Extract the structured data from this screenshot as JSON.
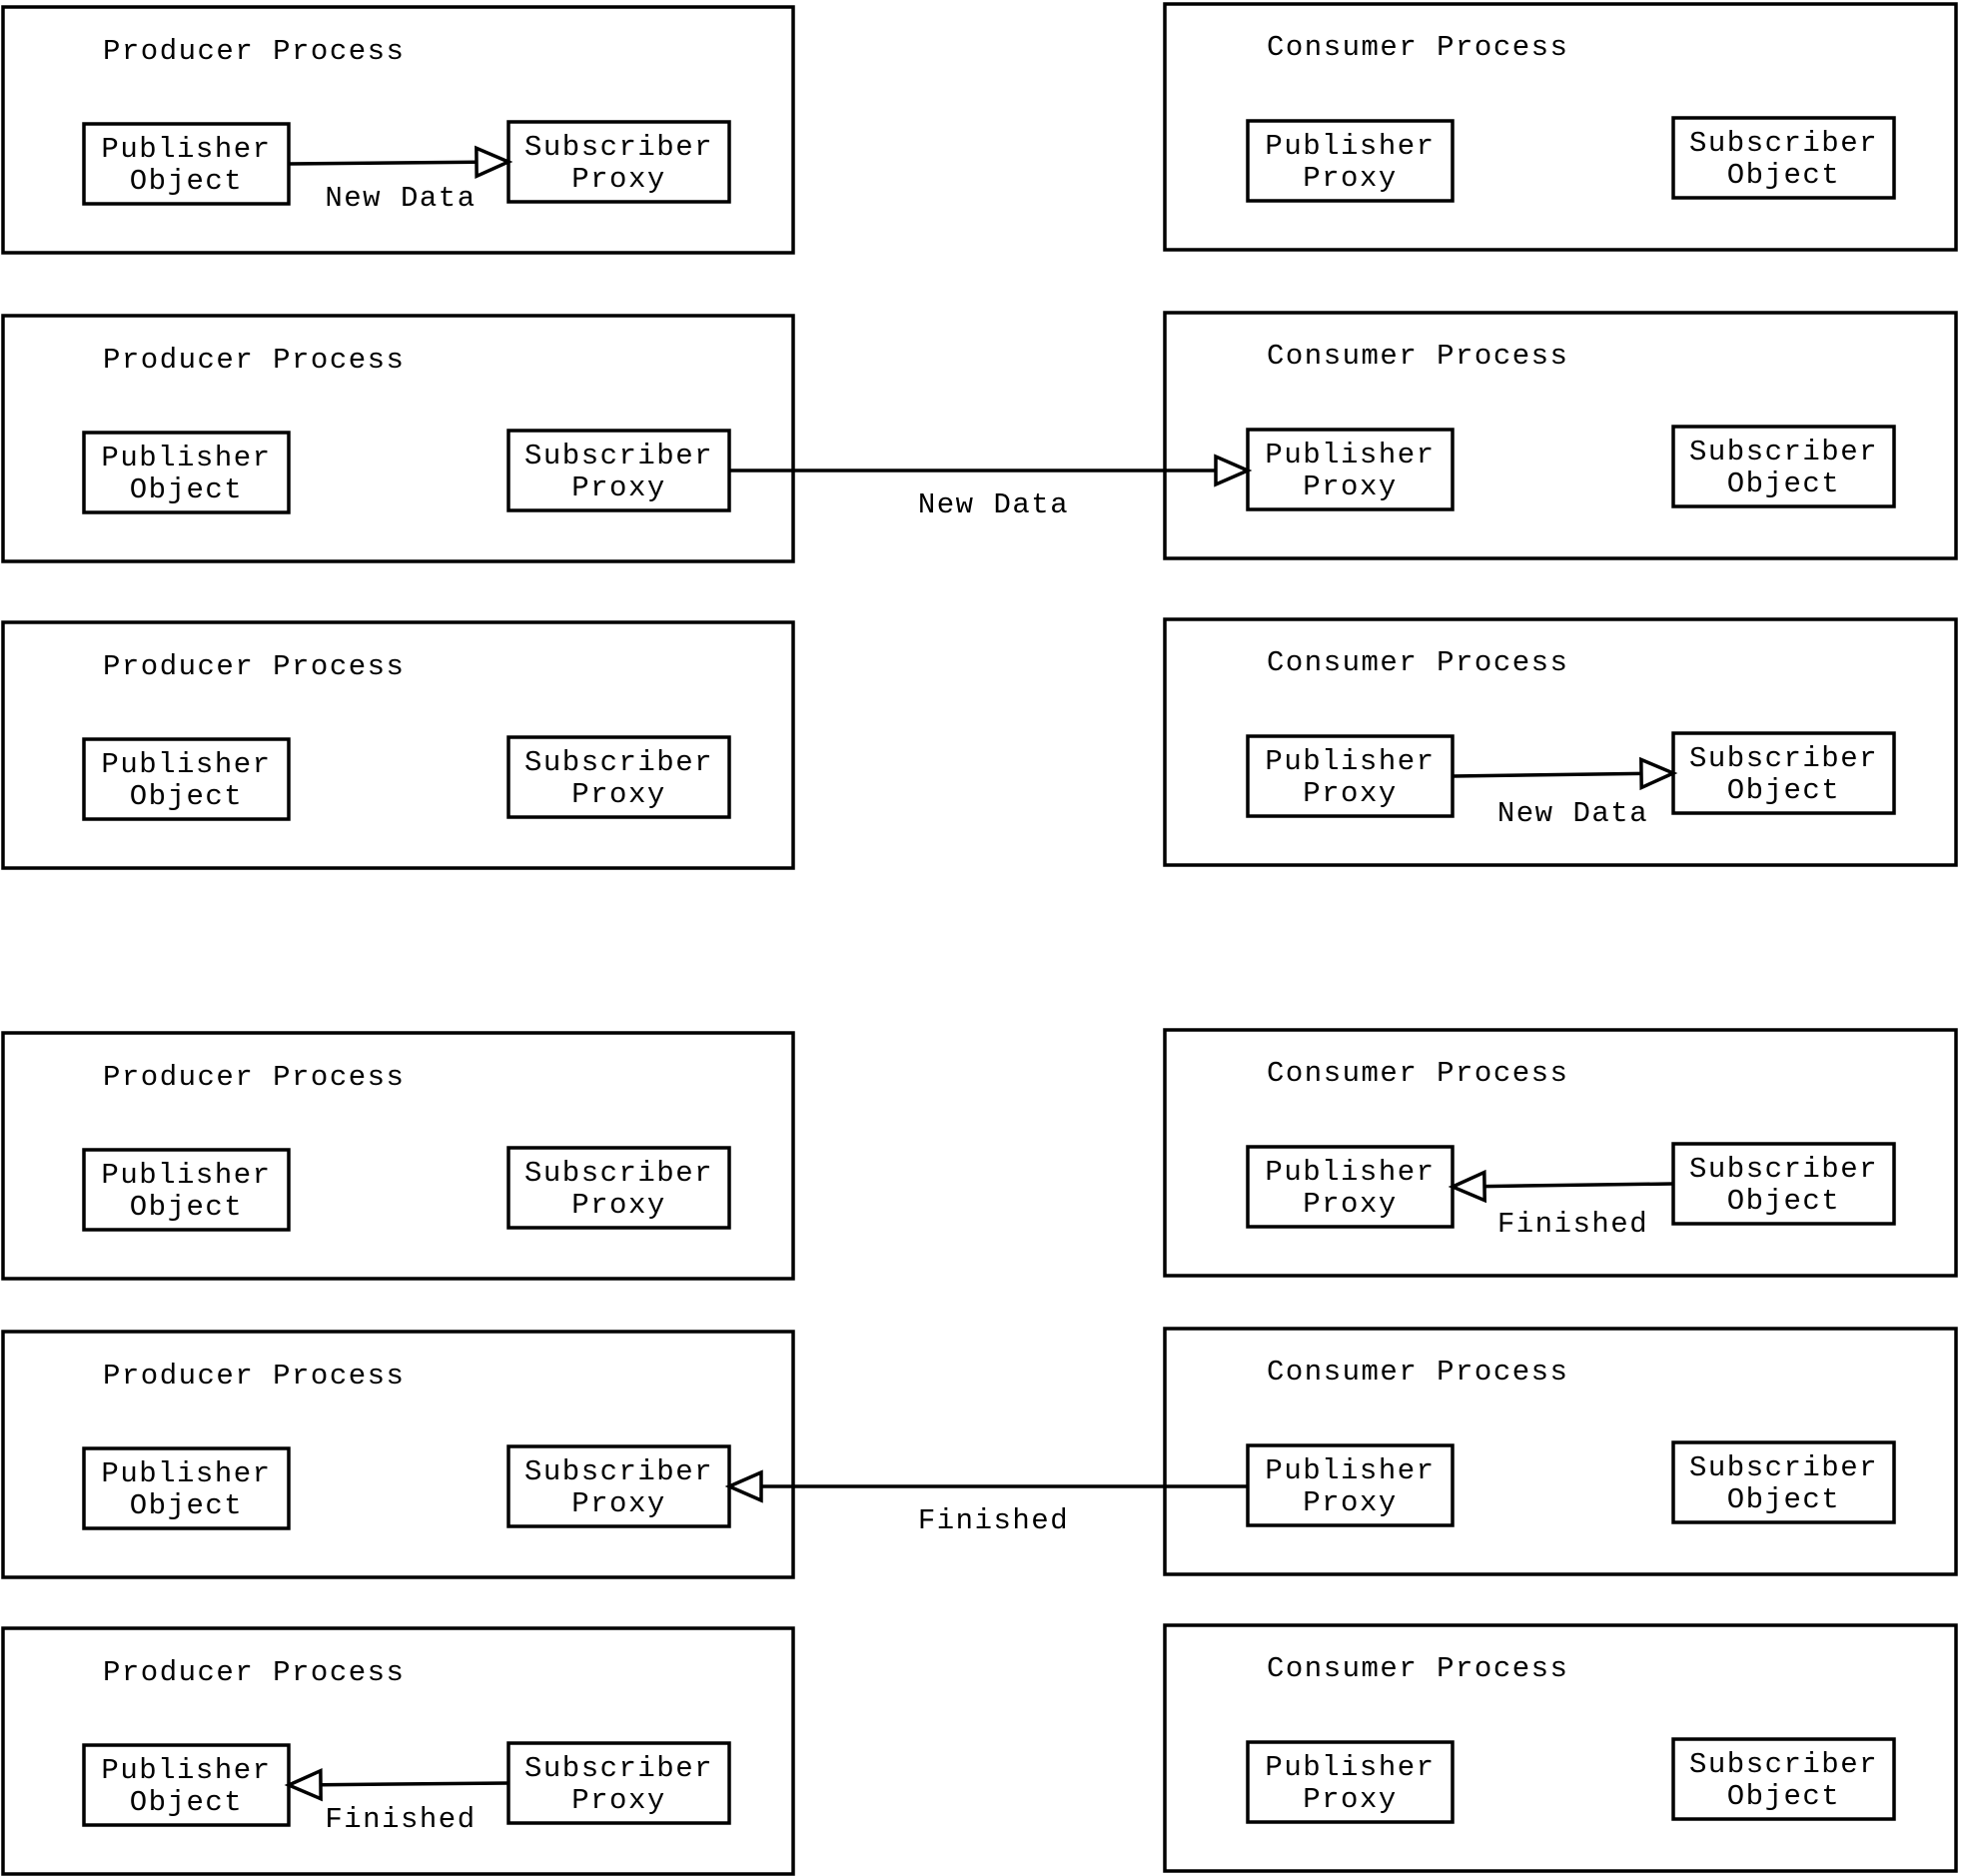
{
  "diagram": {
    "rows": [
      {
        "producer": {
          "title": "Producer Process",
          "left": [
            "Publisher",
            "Object"
          ],
          "right": [
            "Subscriber",
            "Proxy"
          ]
        },
        "consumer": {
          "title": "Consumer Process",
          "left": [
            "Publisher",
            "Proxy"
          ],
          "right": [
            "Subscriber",
            "Object"
          ]
        },
        "message": {
          "label": "New Data",
          "span": "producer",
          "direction": "right"
        }
      },
      {
        "producer": {
          "title": "Producer Process",
          "left": [
            "Publisher",
            "Object"
          ],
          "right": [
            "Subscriber",
            "Proxy"
          ]
        },
        "consumer": {
          "title": "Consumer Process",
          "left": [
            "Publisher",
            "Proxy"
          ],
          "right": [
            "Subscriber",
            "Object"
          ]
        },
        "message": {
          "label": "New Data",
          "span": "cross",
          "direction": "right"
        }
      },
      {
        "producer": {
          "title": "Producer Process",
          "left": [
            "Publisher",
            "Object"
          ],
          "right": [
            "Subscriber",
            "Proxy"
          ]
        },
        "consumer": {
          "title": "Consumer Process",
          "left": [
            "Publisher",
            "Proxy"
          ],
          "right": [
            "Subscriber",
            "Object"
          ]
        },
        "message": {
          "label": "New Data",
          "span": "consumer",
          "direction": "right"
        }
      },
      {
        "producer": {
          "title": "Producer Process",
          "left": [
            "Publisher",
            "Object"
          ],
          "right": [
            "Subscriber",
            "Proxy"
          ]
        },
        "consumer": {
          "title": "Consumer Process",
          "left": [
            "Publisher",
            "Proxy"
          ],
          "right": [
            "Subscriber",
            "Object"
          ]
        },
        "message": {
          "label": "Finished",
          "span": "consumer",
          "direction": "left"
        }
      },
      {
        "producer": {
          "title": "Producer Process",
          "left": [
            "Publisher",
            "Object"
          ],
          "right": [
            "Subscriber",
            "Proxy"
          ]
        },
        "consumer": {
          "title": "Consumer Process",
          "left": [
            "Publisher",
            "Proxy"
          ],
          "right": [
            "Subscriber",
            "Object"
          ]
        },
        "message": {
          "label": "Finished",
          "span": "cross",
          "direction": "left"
        }
      },
      {
        "producer": {
          "title": "Producer Process",
          "left": [
            "Publisher",
            "Object"
          ],
          "right": [
            "Subscriber",
            "Proxy"
          ]
        },
        "consumer": {
          "title": "Consumer Process",
          "left": [
            "Publisher",
            "Proxy"
          ],
          "right": [
            "Subscriber",
            "Object"
          ]
        },
        "message": {
          "label": "Finished",
          "span": "producer",
          "direction": "left"
        }
      }
    ]
  }
}
